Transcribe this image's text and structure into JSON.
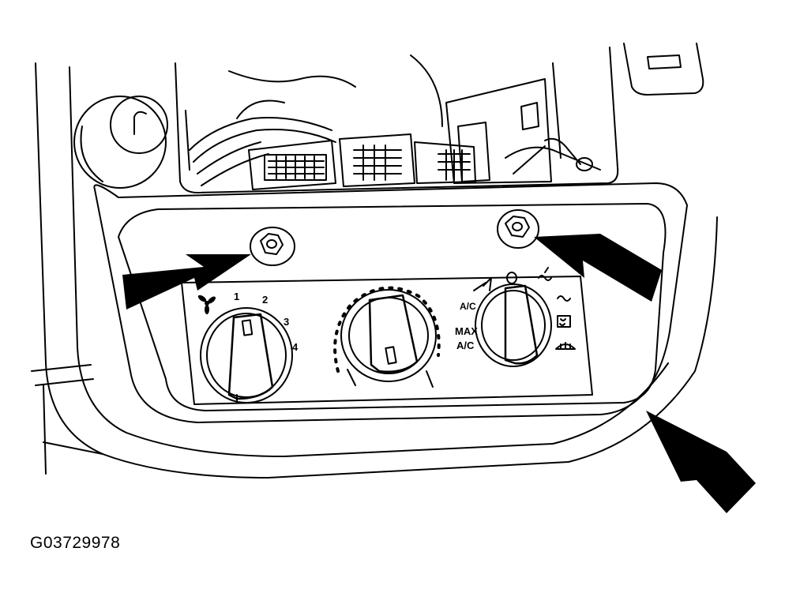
{
  "figure_code": "G03729978",
  "fan_control": {
    "speeds": [
      "1",
      "2",
      "3",
      "4"
    ]
  },
  "mode_control": {
    "labels": [
      "A/C",
      "MAX",
      "A/C"
    ]
  },
  "icons": [
    "fan-icon",
    "panel-vent-icon",
    "bilevel-icon",
    "floor-icon",
    "floor-defrost-icon",
    "defrost-icon"
  ],
  "colors": {
    "line": "#000000",
    "background": "#ffffff"
  }
}
